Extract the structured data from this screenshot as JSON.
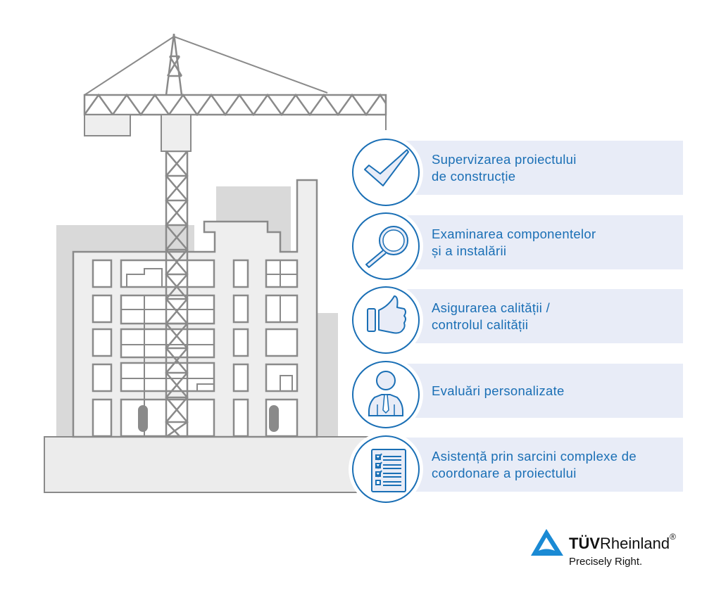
{
  "services": [
    {
      "icon": "checkmark-icon",
      "lines": [
        "Supervizarea proiectului",
        "de construcție"
      ]
    },
    {
      "icon": "magnifier-icon",
      "lines": [
        "Examinarea componentelor",
        "și a instalării"
      ]
    },
    {
      "icon": "thumbs-up-icon",
      "lines": [
        "Asigurarea calității /",
        "controlul calității"
      ]
    },
    {
      "icon": "person-icon",
      "lines": [
        "Evaluări personalizate"
      ]
    },
    {
      "icon": "checklist-icon",
      "lines": [
        "Asistență prin sarcini complexe de",
        "coordonare a proiectului"
      ]
    }
  ],
  "logo": {
    "brand_bold": "TÜV",
    "brand_rest": "Rheinland",
    "registered": "®",
    "tagline": "Precisely Right."
  },
  "colors": {
    "accent": "#1a6fb5",
    "band": "#e8ecf7",
    "line_gray": "#8a8a8a",
    "fill_gray": "#d9d9d9"
  }
}
